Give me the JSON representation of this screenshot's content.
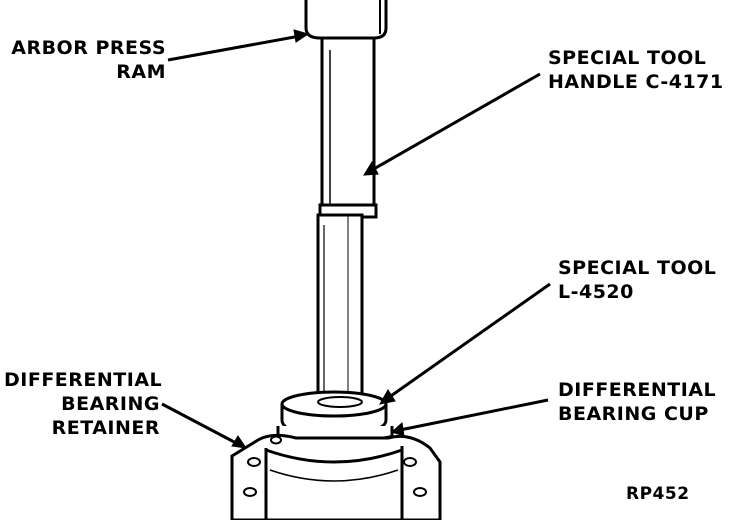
{
  "labels": {
    "arbor_press_ram": [
      "ARBOR PRESS",
      "RAM"
    ],
    "special_tool_handle": [
      "SPECIAL TOOL",
      "HANDLE C-4171"
    ],
    "special_tool": [
      "SPECIAL TOOL",
      "L-4520"
    ],
    "differential_bearing_retainer": [
      "DIFFERENTIAL",
      "BEARING",
      "RETAINER"
    ],
    "differential_bearing_cup": [
      "DIFFERENTIAL",
      "BEARING CUP"
    ],
    "figure_code": "RP452"
  },
  "colors": {
    "ink": "#000000",
    "paper": "#ffffff",
    "shade": "#bdbdbd"
  }
}
